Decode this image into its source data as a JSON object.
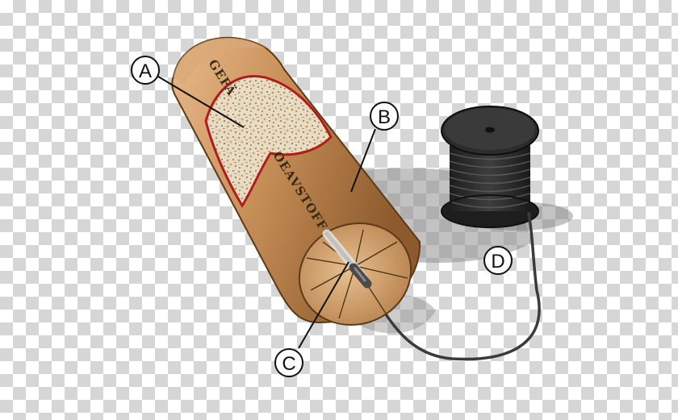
{
  "callouts": {
    "a": "A",
    "b": "B",
    "c": "C",
    "d": "D"
  },
  "stick_label": {
    "top": "GEFÄ",
    "bottom": "OEAVSTOFF"
  },
  "colors": {
    "stick_body": "#c9925b",
    "stick_dark": "#8a5a2d",
    "cutaway_outline": "#b01b1b",
    "spool": "#2a2a2a",
    "wire": "#3a3a3a"
  }
}
